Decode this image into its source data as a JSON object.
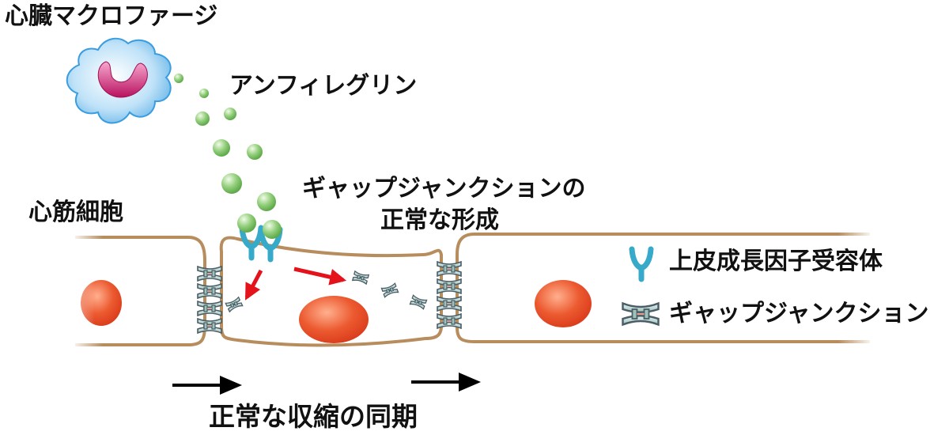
{
  "labels": {
    "macrophage": "心臓マクロファージ",
    "amphiregulin": "アンフィレグリン",
    "cardiomyocyte": "心筋細胞",
    "gj_formation_line1": "ギャップジャンクションの",
    "gj_formation_line2": "正常な形成",
    "legend_egfr": "上皮成長因子受容体",
    "legend_gap_junction": "ギャップジャンクション",
    "bottom_caption": "正常な収縮の同期"
  },
  "icons": {
    "receptor": "egfr-receptor-icon",
    "gap_junction": "gap-junction-icon",
    "macrophage": "macrophage-icon",
    "nucleus": "nucleus-icon"
  },
  "colors": {
    "macrophage_fill": "#7fc4ee",
    "macrophage_inner": "#c2186b",
    "droplet": "#93cf7c",
    "cell_outline": "#b78d5e",
    "nucleus": "#e8482a",
    "receptor": "#37a9c9",
    "gap_junction_fill": "#bfd9d4",
    "gap_junction_stroke": "#4a5d66",
    "signal_arrow": "#e3121b",
    "flow_arrow": "#000000"
  }
}
